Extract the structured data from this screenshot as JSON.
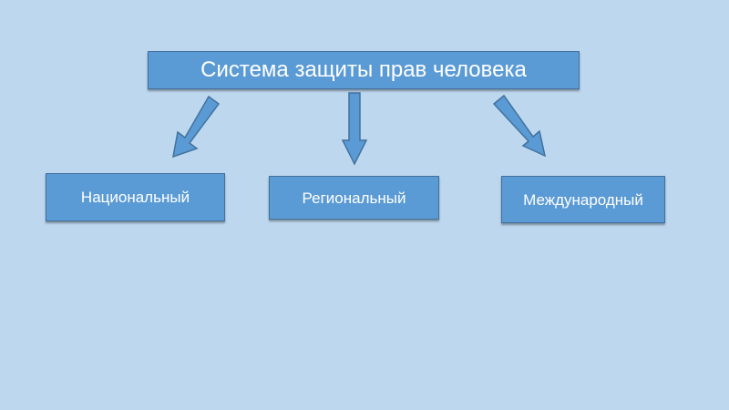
{
  "diagram": {
    "root_label": "Система защиты прав человека",
    "children": [
      {
        "label": "Национальный"
      },
      {
        "label": "Региональный"
      },
      {
        "label": "Международный"
      }
    ]
  },
  "colors": {
    "background": "#bdd7ee",
    "box_fill": "#5b9bd5",
    "box_border": "#41719c",
    "text": "#ffffff"
  }
}
